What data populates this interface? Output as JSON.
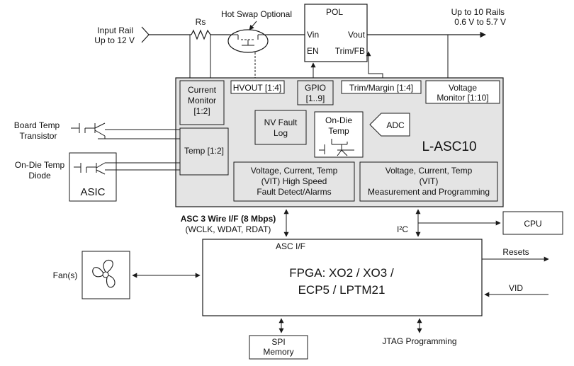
{
  "diagram": {
    "input_rail": [
      "Input Rail",
      "Up to 12 V"
    ],
    "rs_label": "Rs",
    "hot_swap_label": "Hot Swap Optional",
    "pol": {
      "title": "POL",
      "vin": "Vin",
      "vout": "Vout",
      "en": "EN",
      "trim": "Trim/FB"
    },
    "output_rails": [
      "Up to 10 Rails",
      "0.6 V to 5.7 V"
    ],
    "lasc": {
      "name": "L-ASC10",
      "current_monitor": [
        "Current",
        "Monitor",
        "[1:2]"
      ],
      "hvout": "HVOUT [1:4]",
      "gpio": [
        "GPIO",
        "[1..9]"
      ],
      "trim_margin": "Trim/Margin [1:4]",
      "voltage_monitor": [
        "Voltage",
        "Monitor [1:10]"
      ],
      "nv_fault_log": [
        "NV Fault",
        "Log"
      ],
      "on_die_temp": [
        "On-Die",
        "Temp"
      ],
      "adc": "ADC",
      "temp": "Temp [1:2]",
      "vit_fault": [
        "Voltage, Current, Temp",
        "(VIT) High Speed",
        "Fault Detect/Alarms"
      ],
      "vit_measure": [
        "Voltage, Current, Temp",
        "(VIT)",
        "Measurement and Programming"
      ]
    },
    "board_temp": [
      "Board Temp",
      "Transistor"
    ],
    "on_die_temp_diode": [
      "On-Die Temp",
      "Diode"
    ],
    "asic": "ASIC",
    "asc_wire": [
      "ASC 3 Wire I/F (8 Mbps)",
      "(WCLK, WDAT, RDAT)"
    ],
    "i2c_label": "I²C",
    "cpu": "CPU",
    "fpga": {
      "asc_if": "ASC I/F",
      "name": [
        "FPGA: XO2 / XO3 /",
        "ECP5 / LPTM21"
      ]
    },
    "resets": "Resets",
    "vid": "VID",
    "fans": "Fan(s)",
    "spi_memory": [
      "SPI",
      "Memory"
    ],
    "jtag": "JTAG Programming"
  },
  "colors": {
    "chip_fill": "#e4e4e4",
    "line": "#1a1a1a",
    "box_fill": "#ffffff"
  }
}
